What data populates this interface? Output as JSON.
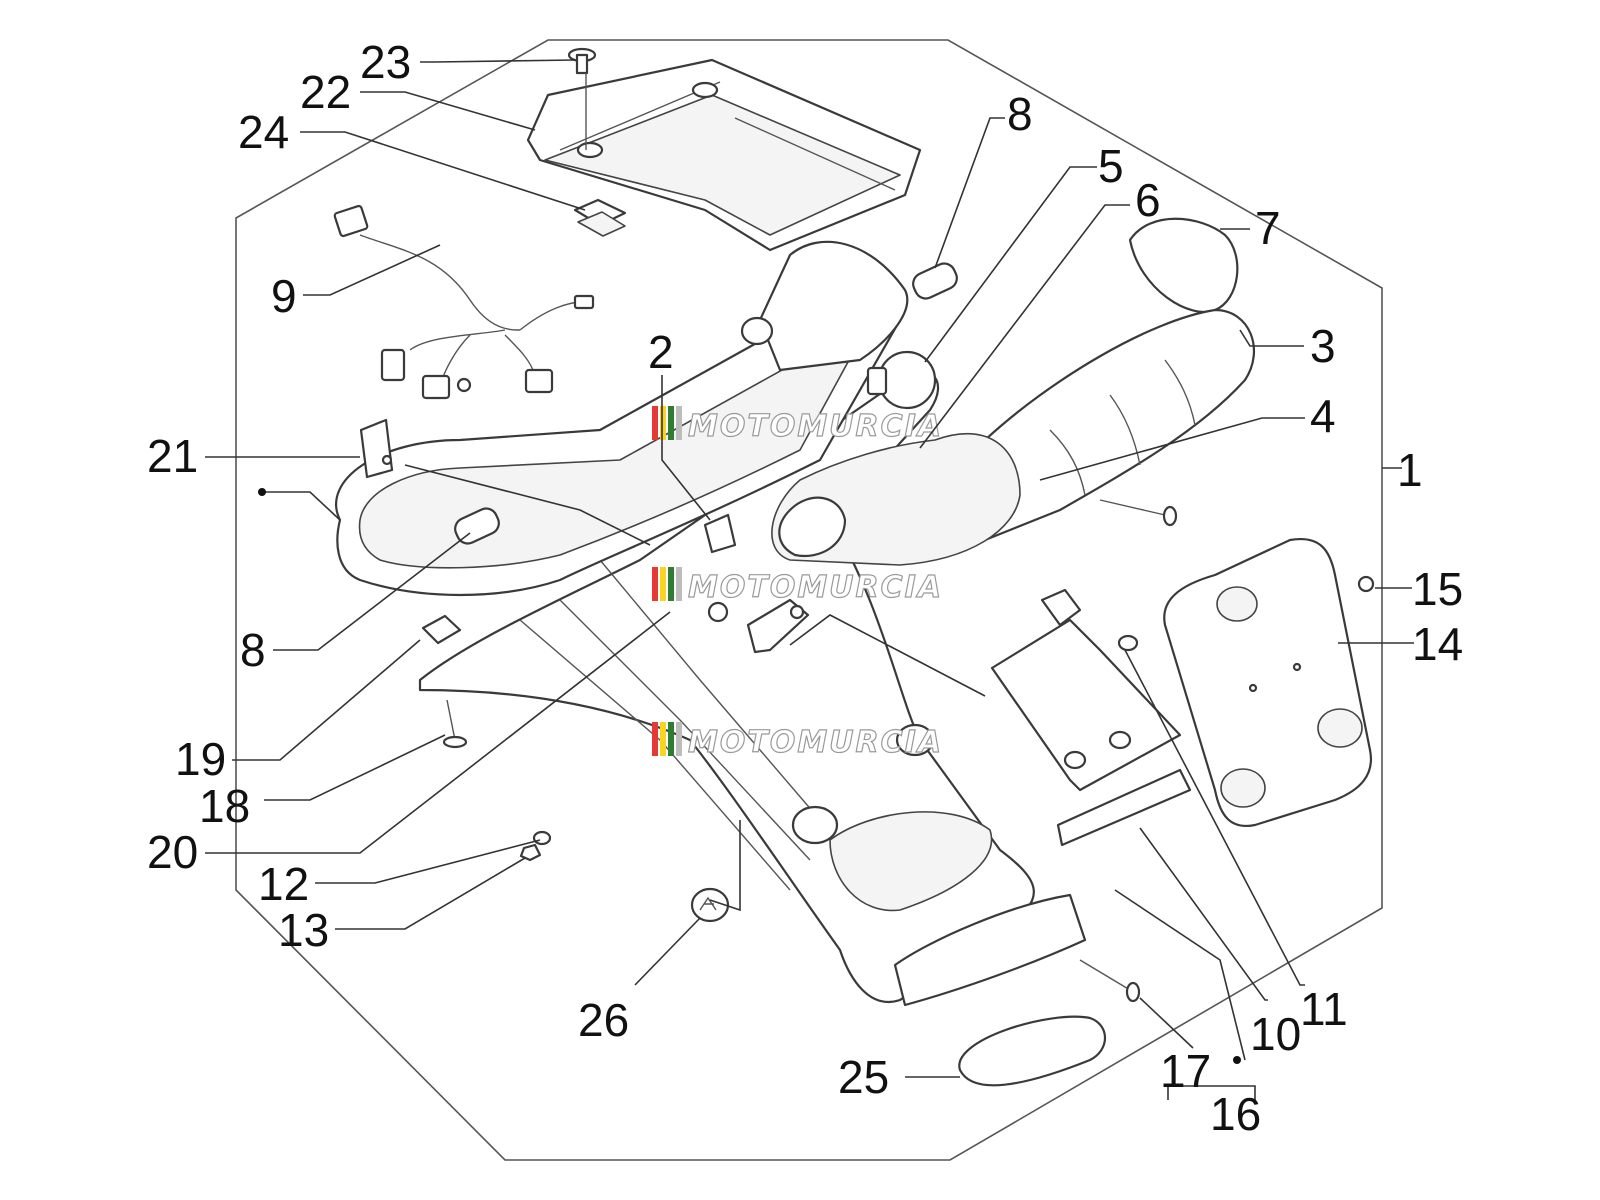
{
  "callouts": [
    {
      "id": "c1",
      "label": "1"
    },
    {
      "id": "c2",
      "label": "2"
    },
    {
      "id": "c3",
      "label": "3"
    },
    {
      "id": "c4",
      "label": "4"
    },
    {
      "id": "c5",
      "label": "5"
    },
    {
      "id": "c6",
      "label": "6"
    },
    {
      "id": "c7",
      "label": "7"
    },
    {
      "id": "c8a",
      "label": "8"
    },
    {
      "id": "c8b",
      "label": "8"
    },
    {
      "id": "c9",
      "label": "9"
    },
    {
      "id": "c10",
      "label": "10"
    },
    {
      "id": "c11",
      "label": "11"
    },
    {
      "id": "c12",
      "label": "12"
    },
    {
      "id": "c13",
      "label": "13"
    },
    {
      "id": "c14",
      "label": "14"
    },
    {
      "id": "c15",
      "label": "15"
    },
    {
      "id": "c16",
      "label": "16"
    },
    {
      "id": "c17",
      "label": "17"
    },
    {
      "id": "c18",
      "label": "18"
    },
    {
      "id": "c19",
      "label": "19"
    },
    {
      "id": "c20",
      "label": "20"
    },
    {
      "id": "c21",
      "label": "21"
    },
    {
      "id": "c22",
      "label": "22"
    },
    {
      "id": "c23",
      "label": "23"
    },
    {
      "id": "c24",
      "label": "24"
    },
    {
      "id": "c25",
      "label": "25"
    },
    {
      "id": "c26",
      "label": "26"
    }
  ],
  "watermark": {
    "text": "MOTOMURCIA",
    "stripe_colors": [
      "#e53935",
      "#f9d423",
      "#2e7d32",
      "#bdbdbd"
    ]
  }
}
